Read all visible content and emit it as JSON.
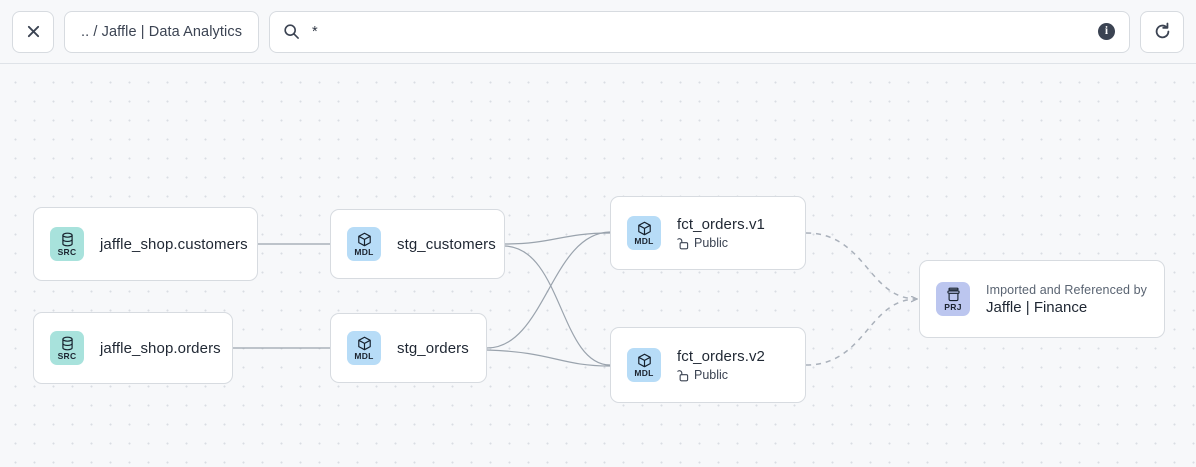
{
  "toolbar": {
    "close_label": "×",
    "close_icon": "close-icon",
    "breadcrumb_label": ".. / Jaffle | Data Analytics",
    "search_icon": "search-icon",
    "search_value": "*",
    "search_placeholder": "",
    "info_label": "i",
    "info_icon": "info-icon",
    "refresh_icon": "refresh-icon"
  },
  "canvas": {
    "nodes": [
      {
        "id": "src-customers",
        "badge_type": "SRC",
        "badge_icon": "database-icon",
        "title": "jaffle_shop.customers"
      },
      {
        "id": "src-orders",
        "badge_type": "SRC",
        "badge_icon": "database-icon",
        "title": "jaffle_shop.orders"
      },
      {
        "id": "stg-customers",
        "badge_type": "MDL",
        "badge_icon": "cube-icon",
        "title": "stg_customers"
      },
      {
        "id": "stg-orders",
        "badge_type": "MDL",
        "badge_icon": "cube-icon",
        "title": "stg_orders"
      },
      {
        "id": "fct-v1",
        "badge_type": "MDL",
        "badge_icon": "cube-icon",
        "title": "fct_orders.v1",
        "access_icon": "unlock-icon",
        "access_label": "Public"
      },
      {
        "id": "fct-v2",
        "badge_type": "MDL",
        "badge_icon": "cube-icon",
        "title": "fct_orders.v2",
        "access_icon": "unlock-icon",
        "access_label": "Public"
      },
      {
        "id": "prj",
        "badge_type": "PRJ",
        "badge_icon": "project-icon",
        "kicker": "Imported and Referenced by",
        "title": "Jaffle | Finance"
      }
    ]
  },
  "colors": {
    "badge_src": "#a8e2dc",
    "badge_mdl": "#b7dcf7",
    "badge_prj": "#bcc6ef",
    "canvas_bg": "#f7f8fa",
    "node_border": "#d7dbe0",
    "edge": "#9aa3ad"
  }
}
